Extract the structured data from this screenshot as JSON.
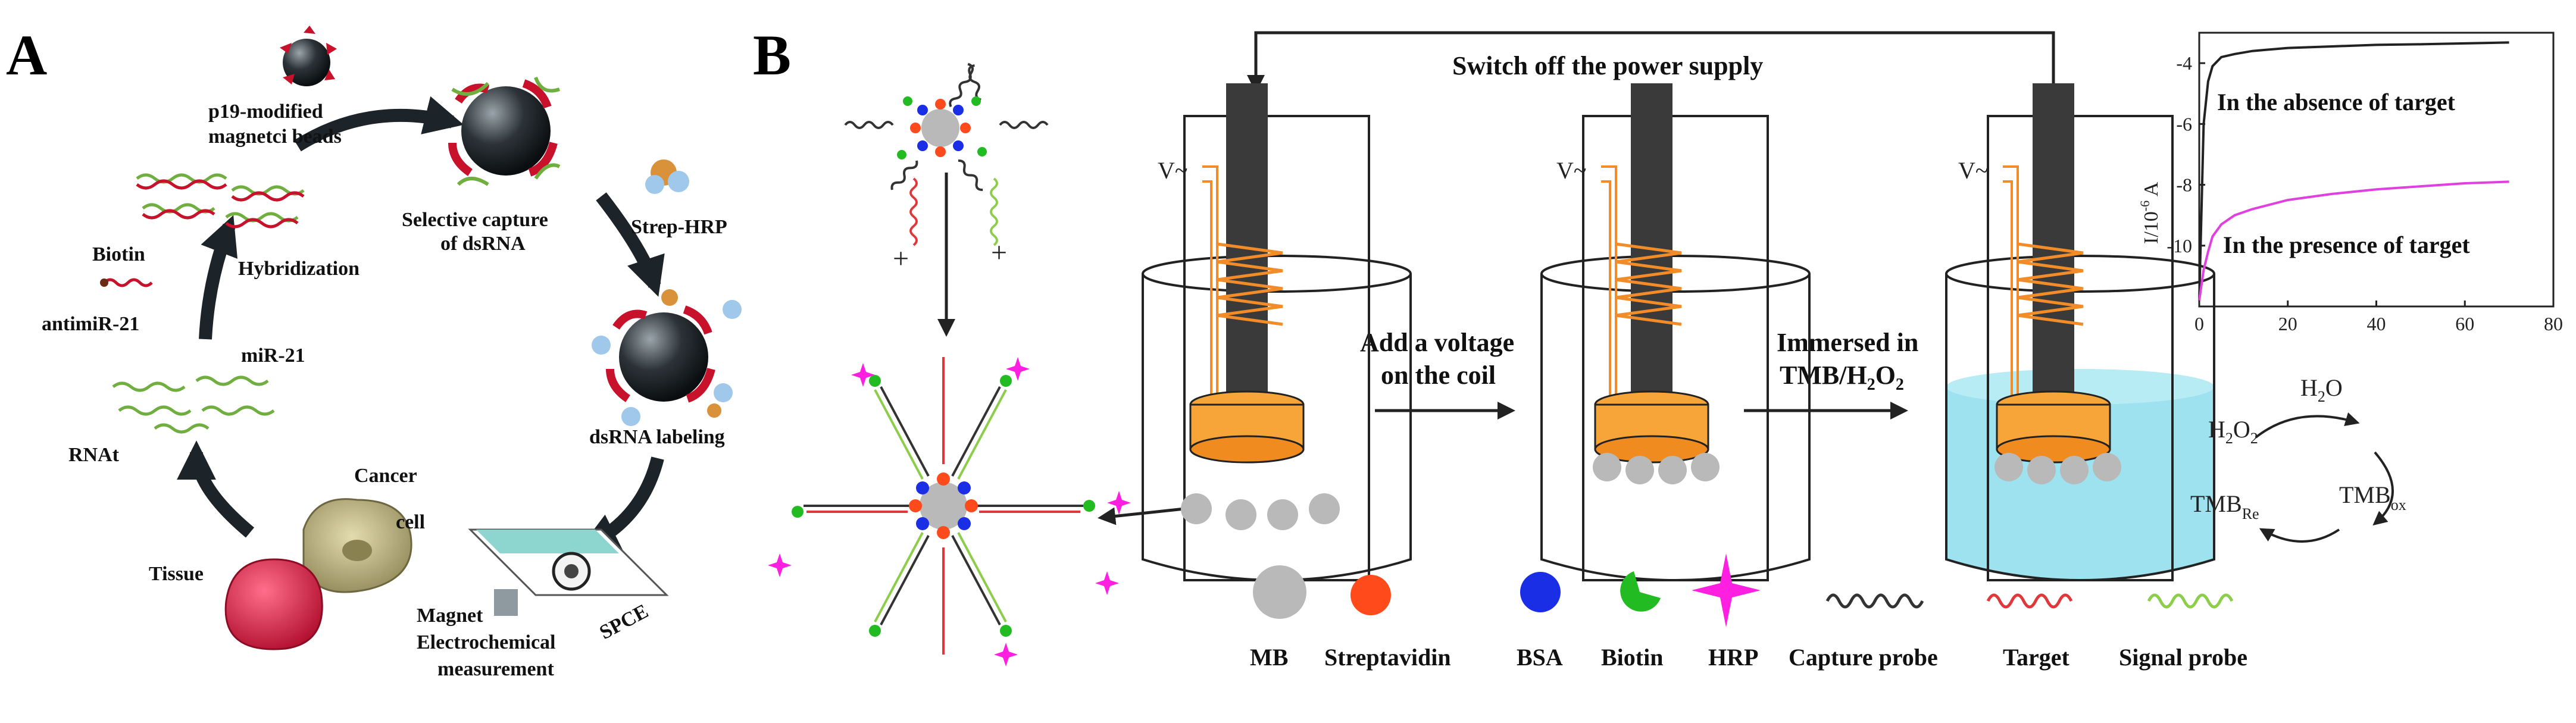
{
  "panel_a": {
    "label": "A",
    "p19_beads": "p19-modified",
    "p19_beads_2": "magnetci beads",
    "capture": "Selective capture",
    "capture_2": "of dsRNA",
    "strep_hrp": "Strep-HRP",
    "hybridization": "Hybridization",
    "biotin": "Biotin",
    "antimir": "antimiR-21",
    "mir21": "miR-21",
    "rnat": "RNAt",
    "labeling": "dsRNA labeling",
    "cancer": "Cancer",
    "cancer_2": "cell",
    "tissue": "Tissue",
    "magnet": "Magnet",
    "spce": "SPCE",
    "measure": "Electrochemical",
    "measure_2": "measurement"
  },
  "panel_b": {
    "label": "B",
    "switch_off": "Switch off the power supply",
    "voltage_symbol": "V~",
    "add_voltage": "Add a voltage",
    "add_voltage_2": "on the coil",
    "immersed": "Immersed in",
    "immersed_2": "TMB/H",
    "immersed_sub": "2",
    "immersed_3": "O",
    "immersed_sub2": "2",
    "plus": "+",
    "reaction": {
      "h2o2": "H",
      "h2o2_sub": "2",
      "h2o2_o": "O",
      "h2o2_sub2": "2",
      "h2o": "H",
      "h2o_sub": "2",
      "h2o_o": "O",
      "tmb_re": "TMB",
      "tmb_re_sub": "Re",
      "tmb_ox": "TMB",
      "tmb_ox_sub": "ox"
    },
    "legend": [
      {
        "label": "MB",
        "color": "#b9b9b9"
      },
      {
        "label": "Streptavidin",
        "color": "#ff4a1c"
      },
      {
        "label": "BSA",
        "color": "#1a2ee6"
      },
      {
        "label": "Biotin",
        "color": "#22bb22"
      },
      {
        "label": "HRP",
        "color": "#ff1fe0"
      },
      {
        "label": "Capture probe",
        "color": "#333333"
      },
      {
        "label": "Target",
        "color": "#e0383a"
      },
      {
        "label": "Signal probe",
        "color": "#8ccd4a"
      }
    ]
  },
  "chart_data": {
    "type": "line",
    "ylabel": "I/10",
    "ylabel_exp": "-6",
    "ylabel_unit": " A",
    "xlim": [
      0,
      80
    ],
    "ylim": [
      -12,
      -3
    ],
    "xticks": [
      "0",
      "20",
      "40",
      "60",
      "80"
    ],
    "yticks": [
      "-4",
      "-6",
      "-8",
      "-10"
    ],
    "series": [
      {
        "color": "#222222",
        "x": [
          0,
          1,
          2,
          3,
          5,
          8,
          12,
          20,
          30,
          40,
          50,
          60,
          70
        ],
        "values": [
          -11.8,
          -6.0,
          -4.6,
          -4.1,
          -3.8,
          -3.7,
          -3.6,
          -3.5,
          -3.45,
          -3.4,
          -3.38,
          -3.35,
          -3.32
        ]
      },
      {
        "color": "#e040e0",
        "x": [
          0,
          1,
          2,
          3,
          5,
          8,
          12,
          20,
          30,
          40,
          50,
          60,
          70
        ],
        "values": [
          -11.8,
          -10.8,
          -10.2,
          -9.7,
          -9.3,
          -9.0,
          -8.8,
          -8.5,
          -8.3,
          -8.15,
          -8.05,
          -7.95,
          -7.9
        ]
      }
    ],
    "annotations": [
      "In the absence of target",
      "In the presence of target"
    ]
  }
}
